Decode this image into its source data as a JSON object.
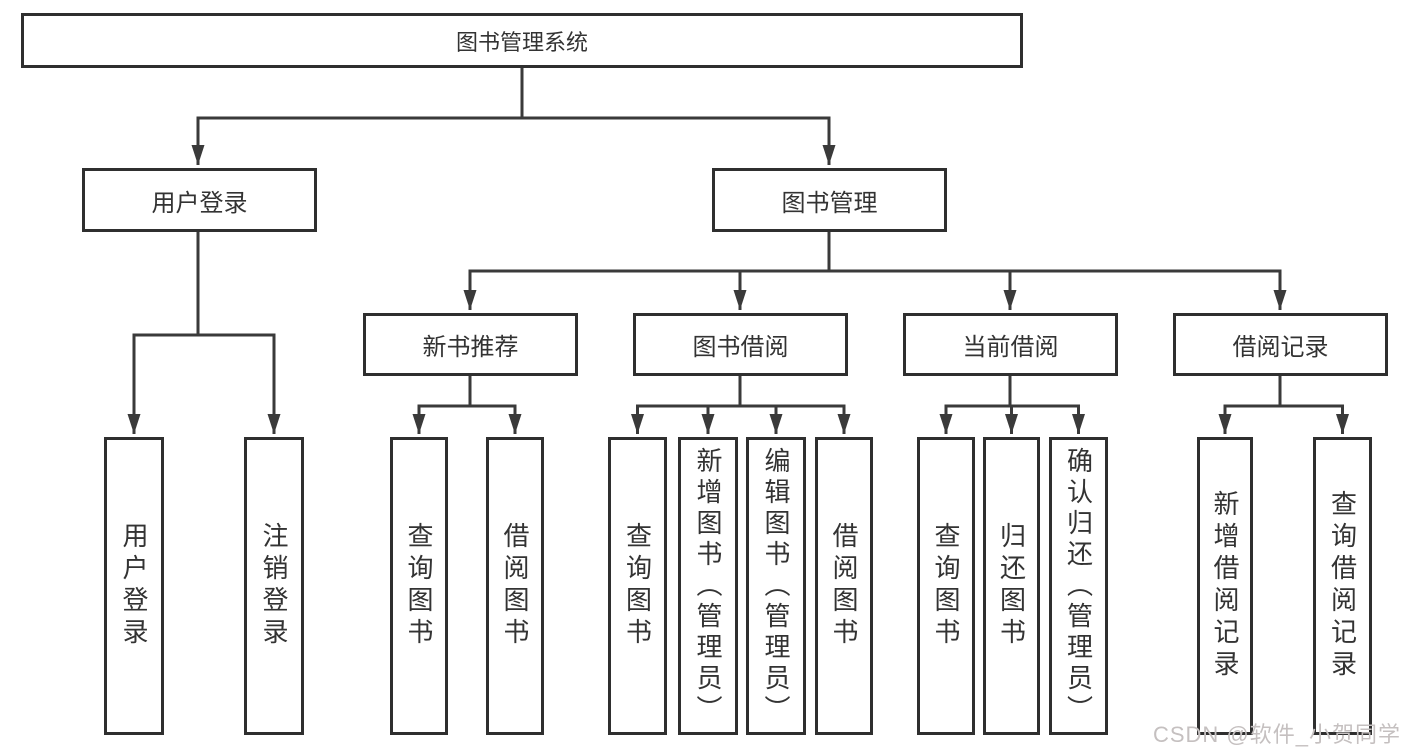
{
  "diagram": {
    "title_node": "图书管理系统",
    "root": {
      "label": "图书管理系统"
    },
    "level2": [
      {
        "label": "用户登录"
      },
      {
        "label": "图书管理"
      }
    ],
    "level3": [
      {
        "label": "新书推荐"
      },
      {
        "label": "图书借阅"
      },
      {
        "label": "当前借阅"
      },
      {
        "label": "借阅记录"
      }
    ],
    "leaves": [
      {
        "label": "用户登录"
      },
      {
        "label": "注销登录"
      },
      {
        "label": "查询图书"
      },
      {
        "label": "借阅图书"
      },
      {
        "label": "查询图书"
      },
      {
        "label": "新增图书（管理员）"
      },
      {
        "label": "编辑图书（管理员）"
      },
      {
        "label": "借阅图书"
      },
      {
        "label": "查询图书"
      },
      {
        "label": "归还图书"
      },
      {
        "label": "确认归还（管理员）"
      },
      {
        "label": "新增借阅记录"
      },
      {
        "label": "查询借阅记录"
      }
    ]
  },
  "watermark": {
    "text": "CSDN @软件_小贺同学"
  },
  "colors": {
    "box_border": "#2f2f2f",
    "connector": "#3a3a3a",
    "text": "#333333",
    "watermark": "#c5c0c0",
    "background": "#ffffff"
  }
}
